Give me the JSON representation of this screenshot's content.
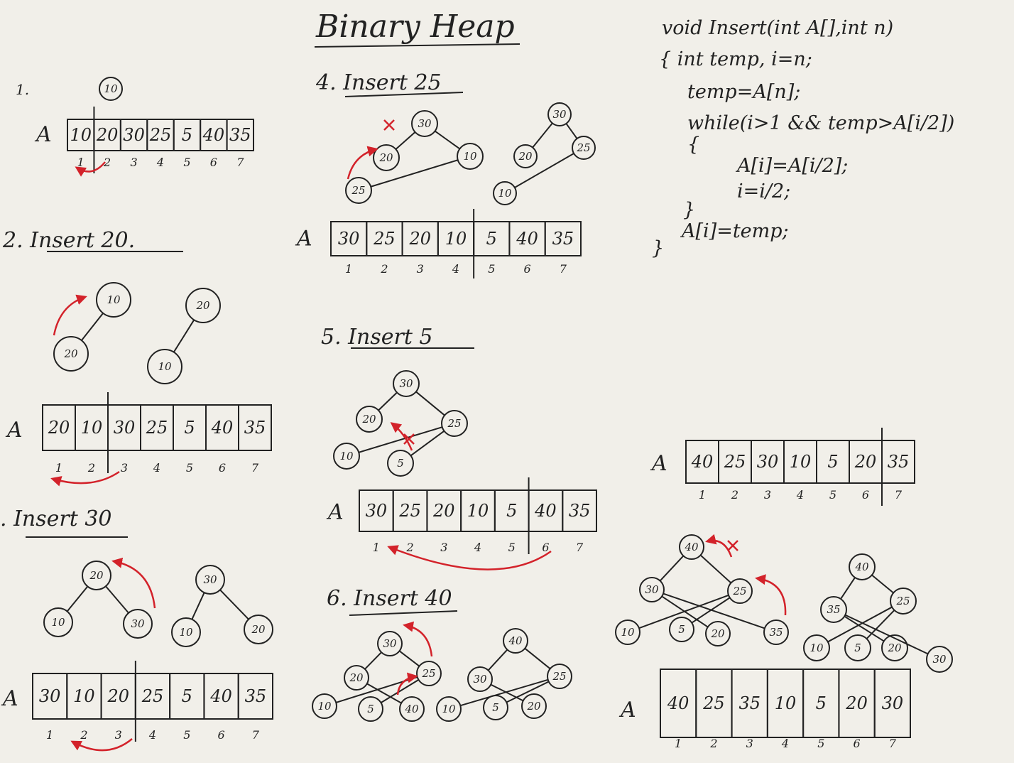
{
  "title": "Binary Heap",
  "colors": {
    "ink": "#222222",
    "accent": "#d3222a",
    "board": "#f1efe9"
  },
  "array_label": "A",
  "indices": [
    "1",
    "2",
    "3",
    "4",
    "5",
    "6",
    "7"
  ],
  "code": [
    "void Insert(int A[],int n)",
    "{   int temp, i=n;",
    "temp=A[n];",
    "while(i>1 && temp>A[i/2])",
    "{",
    "A[i]=A[i/2];",
    "i=i/2;",
    "}",
    "A[i]=temp;",
    "}"
  ],
  "sections": {
    "s1": {
      "num": "1.",
      "root": "10",
      "array": [
        "10",
        "20",
        "30",
        "25",
        "5",
        "40",
        "35"
      ]
    },
    "s2": {
      "heading": "2. Insert 20.",
      "array": [
        "20",
        "10",
        "30",
        "25",
        "5",
        "40",
        "35"
      ]
    },
    "s3": {
      "heading": ". Insert 30",
      "array": [
        "30",
        "10",
        "20",
        "25",
        "5",
        "40",
        "35"
      ]
    },
    "s4": {
      "heading": "4. Insert 25",
      "array": [
        "30",
        "25",
        "20",
        "10",
        "5",
        "40",
        "35"
      ]
    },
    "s5": {
      "heading": "5. Insert 5",
      "array": [
        "30",
        "25",
        "20",
        "10",
        "5",
        "40",
        "35"
      ]
    },
    "s6": {
      "heading": "6. Insert 40",
      "array": [
        "40",
        "25",
        "30",
        "10",
        "5",
        "20",
        "35"
      ]
    },
    "s7": {
      "array": [
        "40",
        "25",
        "35",
        "10",
        "5",
        "20",
        "30"
      ]
    }
  },
  "trees": {
    "t2a": [
      "10",
      "20"
    ],
    "t2b": [
      "20",
      "10"
    ],
    "t3a": [
      "20",
      "10",
      "30"
    ],
    "t3b": [
      "30",
      "10",
      "20"
    ],
    "t4a": [
      "30",
      "10",
      "20",
      "25"
    ],
    "t4b": [
      "30",
      "25",
      "20",
      "10"
    ],
    "t5": [
      "30",
      "25",
      "20",
      "10",
      "5"
    ],
    "t6a": [
      "30",
      "25",
      "20",
      "10",
      "5",
      "40"
    ],
    "t6b": [
      "40",
      "25",
      "30",
      "10",
      "5",
      "20"
    ],
    "t7a": [
      "40",
      "25",
      "30",
      "10",
      "5",
      "20",
      "35"
    ],
    "t7b": [
      "40",
      "25",
      "35",
      "10",
      "5",
      "20",
      "30"
    ]
  }
}
